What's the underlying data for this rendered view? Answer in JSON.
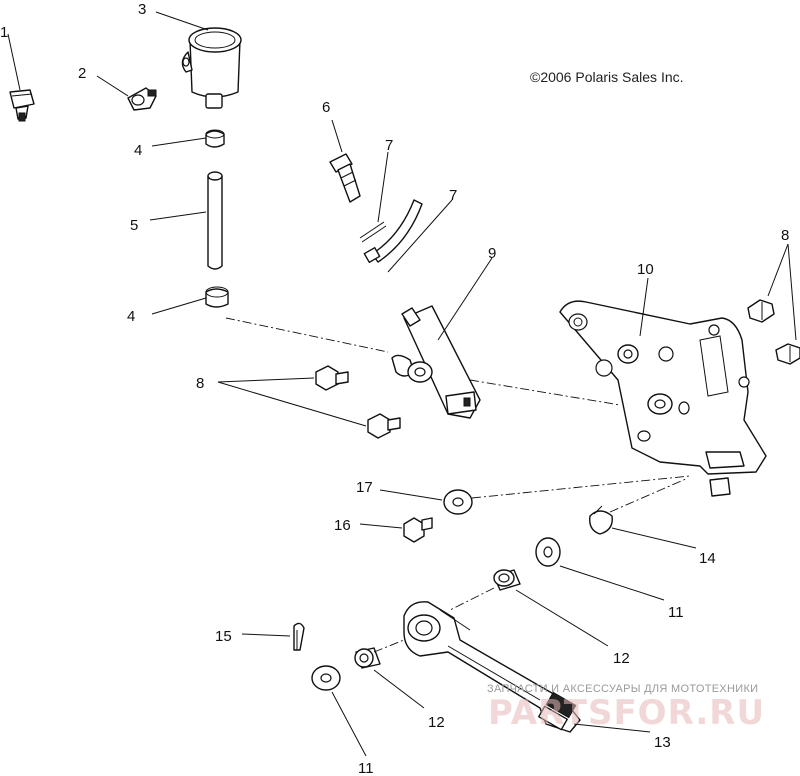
{
  "copyright": "©2006 Polaris Sales Inc.",
  "watermark": {
    "tagline": "ЗАПЧАСТИ И АКСЕССУАРЫ ДЛЯ МОТОТЕХНИКИ",
    "brand": "PARTSFOR.RU"
  },
  "callouts": {
    "c1": "1",
    "c2": "2",
    "c3": "3",
    "c4a": "4",
    "c4b": "4",
    "c5": "5",
    "c6": "6",
    "c7a": "7",
    "c7b": "7",
    "c8a": "8",
    "c8b": "8",
    "c9": "9",
    "c10": "10",
    "c11a": "11",
    "c11b": "11",
    "c12a": "12",
    "c12b": "12",
    "c13": "13",
    "c14": "14",
    "c15": "15",
    "c16": "16",
    "c17": "17"
  }
}
